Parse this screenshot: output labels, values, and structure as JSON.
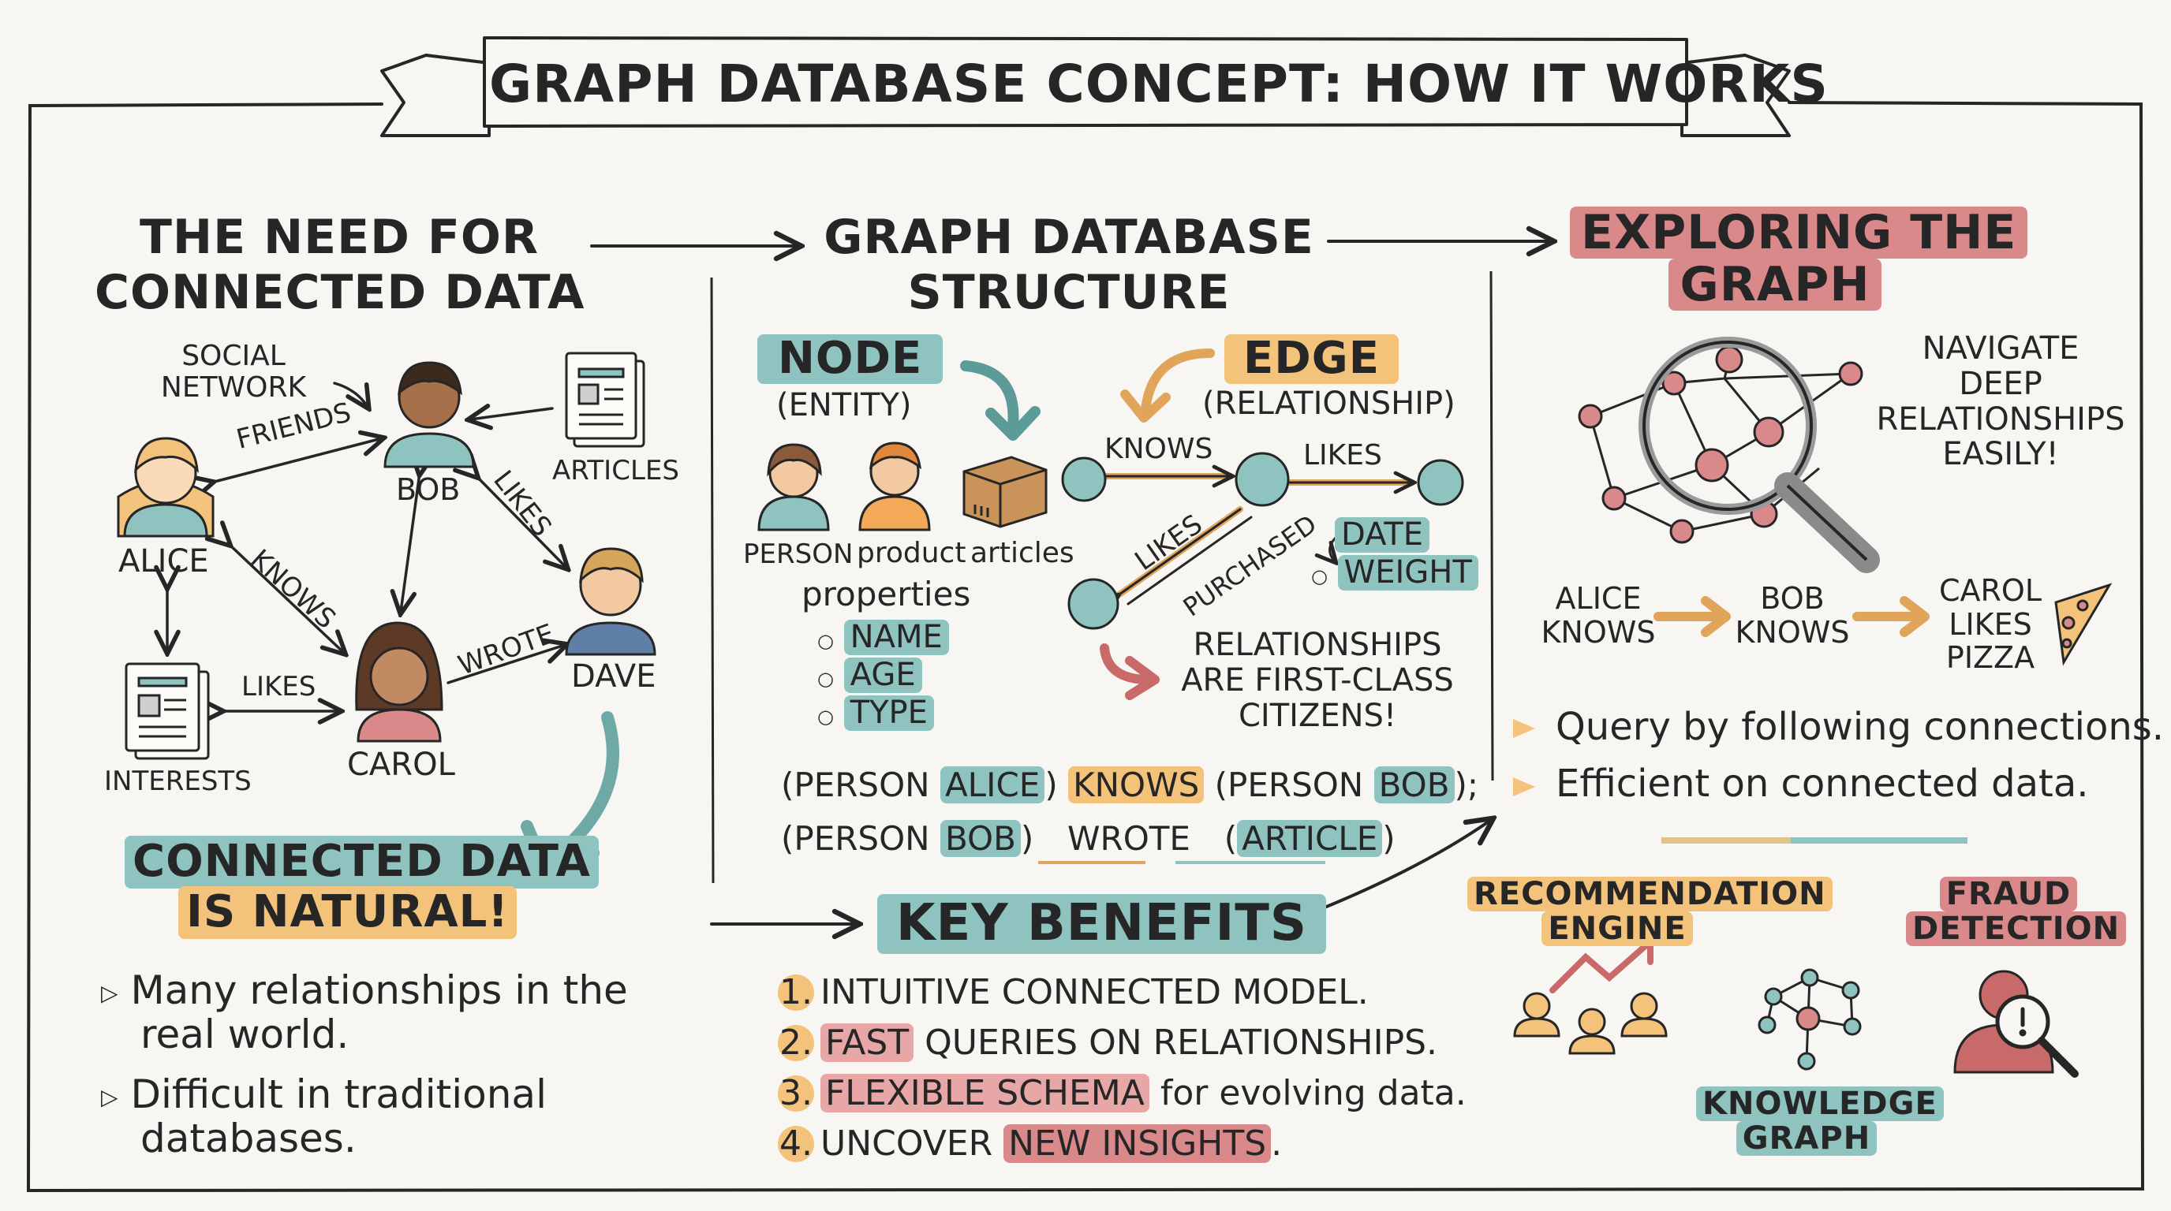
{
  "title": "GRAPH DATABASE CONCEPT: HOW IT WORKS",
  "need": {
    "heading": [
      "THE NEED FOR",
      "CONNECTED DATA"
    ],
    "social_network": [
      "SOCIAL",
      "NETWORK"
    ],
    "people": {
      "alice": "ALICE",
      "bob": "BOB",
      "carol": "CAROL",
      "dave": "DAVE"
    },
    "articles": "ARTICLES",
    "interests": "INTERESTS",
    "edges": {
      "friends": "FRIENDS",
      "knows": "KNOWS",
      "likes_bob_dave": "LIKES",
      "likes_interests": "LIKES",
      "wrote": "WROTE"
    },
    "callout": [
      "CONNECTED DATA",
      "IS NATURAL!"
    ],
    "bullets": [
      [
        "Many relationships in the",
        "real world."
      ],
      [
        "Difficult in traditional",
        "databases."
      ]
    ]
  },
  "structure": {
    "heading": [
      "GRAPH DATABASE",
      "STRUCTURE"
    ],
    "node": {
      "label": "NODE",
      "sub": "(ENTITY)"
    },
    "edge": {
      "label": "EDGE",
      "sub": "(RELATIONSHIP)"
    },
    "entity_types": [
      "PERSON",
      "product",
      "articles"
    ],
    "properties_label": "properties",
    "properties": [
      "NAME",
      "AGE",
      "TYPE"
    ],
    "edge_labels": {
      "knows": "KNOWS",
      "likes_top": "LIKES",
      "likes_diag": "LIKES",
      "purchased": "PURCHASED"
    },
    "edge_props": [
      "DATE",
      "WEIGHT"
    ],
    "first_class": [
      "RELATIONSHIPS",
      "ARE FIRST-CLASS",
      "CITIZENS!"
    ],
    "query1": {
      "p1": "(PERSON",
      "v1": "ALICE",
      "c1": ")",
      "rel": "KNOWS",
      "p2": "(PERSON",
      "v2": "BOB",
      "c2": ");"
    },
    "query2": {
      "p1": "(PERSON",
      "v1": "BOB",
      "c1": ")",
      "rel": "WROTE",
      "p2": "(",
      "v2": "ARTICLE",
      "c2": ")"
    }
  },
  "benefits": {
    "heading": "KEY BENEFITS",
    "items": [
      {
        "num": "1.",
        "pre": "INTUITIVE CONNECTED MODEL.",
        "hl": "",
        "post": ""
      },
      {
        "num": "2.",
        "pre": "",
        "hl": "FAST",
        "post": " QUERIES ON RELATIONSHIPS."
      },
      {
        "num": "3.",
        "pre": "",
        "hl": "FLEXIBLE SCHEMA",
        "post": " for evolving data."
      },
      {
        "num": "4.",
        "pre": "UNCOVER ",
        "hl": "NEW INSIGHTS",
        "post": "."
      }
    ]
  },
  "explore": {
    "heading": [
      "EXPLORING THE",
      "GRAPH"
    ],
    "navigate": [
      "NAVIGATE",
      "DEEP",
      "RELATIONSHIPS",
      "EASILY!"
    ],
    "path": [
      [
        "ALICE",
        "KNOWS"
      ],
      [
        "BOB",
        "KNOWS"
      ],
      [
        "CAROL",
        "LIKES",
        "PIZZA"
      ]
    ],
    "bullets": [
      "Query by following connections.",
      "Efficient on connected data."
    ],
    "use_cases": {
      "recommendation": [
        "RECOMMENDATION",
        "ENGINE"
      ],
      "fraud": [
        "FRAUD",
        "DETECTION"
      ],
      "knowledge": [
        "KNOWLEDGE",
        "GRAPH"
      ]
    }
  },
  "colors": {
    "teal": "#8fc3c0",
    "orange": "#f3c27b",
    "rose": "#d9898a",
    "ink": "#262626",
    "paper": "#f7f6f2"
  }
}
